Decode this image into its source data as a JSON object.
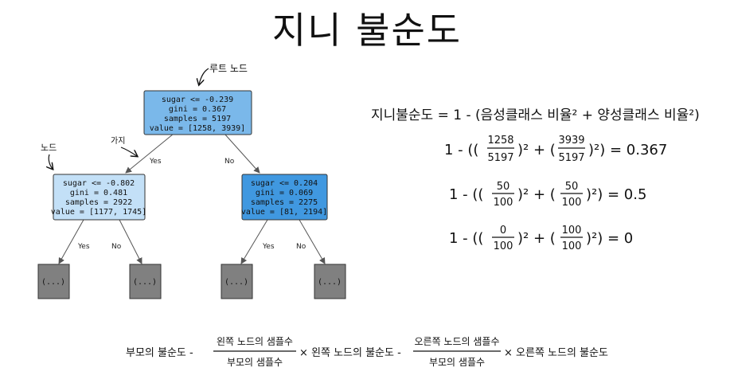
{
  "title": "지니 불순도",
  "annotations": {
    "root_node": "루트 노드",
    "node": "노드",
    "branch": "가지"
  },
  "tree": {
    "root": {
      "lines": [
        "sugar <= -0.239",
        "gini = 0.367",
        "samples = 5197",
        "value = [1258, 3939]"
      ],
      "color": "#7ab8ea"
    },
    "left": {
      "lines": [
        "sugar <= -0.802",
        "gini = 0.481",
        "samples = 2922",
        "value = [1177, 1745]"
      ],
      "color": "#c3e0f7"
    },
    "right": {
      "lines": [
        "sugar <= 0.204",
        "gini = 0.069",
        "samples = 2275",
        "value = [81, 2194]"
      ],
      "color": "#4098e0"
    },
    "leaf_label": "(...)",
    "edge_yes": "Yes",
    "edge_no": "No"
  },
  "formulas": {
    "definition": "지니불순도 = 1 - (음성클래스 비율² + 양성클래스 비율²)",
    "example1": {
      "prefix": "1 - ((",
      "f1_num": "1258",
      "f1_den": "5197",
      "mid": ")² + (",
      "f2_num": "3939",
      "f2_den": "5197",
      "suffix": ")²) = 0.367"
    },
    "example2": {
      "prefix": "1 - ((",
      "f1_num": "50",
      "f1_den": "100",
      "mid": ")² + (",
      "f2_num": "50",
      "f2_den": "100",
      "suffix": ")²) = 0.5"
    },
    "example3": {
      "prefix": "1 - ((",
      "f1_num": "0",
      "f1_den": "100",
      "mid": ")² + (",
      "f2_num": "100",
      "f2_den": "100",
      "suffix": ")²) = 0"
    },
    "impurity": {
      "lead": "부모의 불순도 -",
      "f1_num": "왼쪽 노드의 샘플수",
      "f1_den": "부모의 샘플수",
      "mid": "× 왼쪽 노드의 불순도 -",
      "f2_num": "오른쪽 노드의 샘플수",
      "f2_den": "부모의 샘플수",
      "tail": "× 오른쪽 노드의 불순도"
    }
  }
}
